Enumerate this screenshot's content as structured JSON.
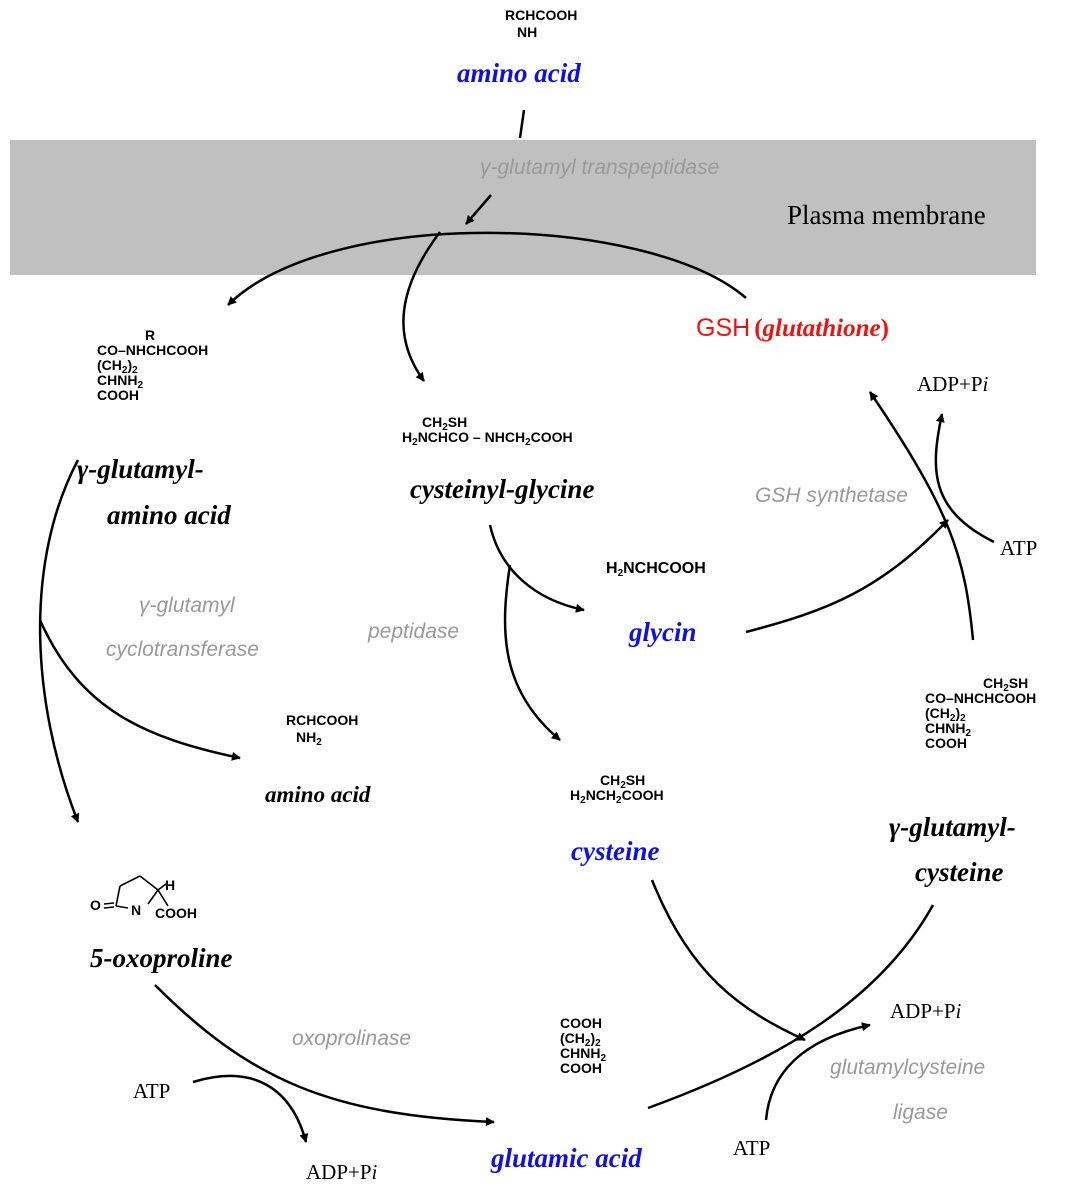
{
  "membrane_label": "Plasma membrane",
  "gsh": {
    "abbr": "GSH",
    "name": "glutathione",
    "open": "(",
    "close": ")"
  },
  "nodes": {
    "amino_acid_top": "amino acid",
    "gamma_glutamyl_amino_acid_1": "γ-glutamyl-",
    "gamma_glutamyl_amino_acid_2": "amino acid",
    "cysteinyl_glycine": "cysteinyl-glycine",
    "glycin": "glycin",
    "amino_acid_mid": "amino acid",
    "cysteine": "cysteine",
    "gamma_glutamyl_cysteine_1": "γ-glutamyl-",
    "gamma_glutamyl_cysteine_2": "cysteine",
    "oxoproline": "5-oxoproline",
    "glutamic_acid": "glutamic acid"
  },
  "enzymes": {
    "gamma_glutamyl_transpeptidase": "γ-glutamyl transpeptidase",
    "cyclotransferase_1": "γ-glutamyl",
    "cyclotransferase_2": "cyclotransferase",
    "peptidase": "peptidase",
    "gsh_synthetase": "GSH synthetase",
    "oxoprolinase": "oxoprolinase",
    "glutamylcysteine_ligase_1": "glutamylcysteine",
    "glutamylcysteine_ligase_2": "ligase"
  },
  "cofactors": {
    "adp_pi": "ADP+P",
    "pi_italic": "i",
    "atp": "ATP"
  },
  "formulas": {
    "amino_acid_top": [
      "RCHCOOH",
      "NH"
    ],
    "gamma_glu_aa": [
      "R",
      "CO",
      "NHCHCOOH",
      "(CH",
      "2",
      ")",
      "2",
      "CHNH",
      "2",
      "COOH"
    ],
    "cysgly": [
      "CH",
      "2",
      "SH",
      "H",
      "2",
      "NCHCO",
      "NHCH",
      "2",
      "COOH"
    ],
    "glycine": [
      "H",
      "2",
      "NCHCOOH"
    ],
    "aa_mid": [
      "RCHCOOH",
      "NH",
      "2"
    ],
    "cysteine": [
      "CH",
      "2",
      "SH",
      "H",
      "2",
      "NCH",
      "2",
      "COOH"
    ],
    "gglu_cys": [
      "CH",
      "2",
      "SH",
      "CO",
      "NHCHCOOH",
      "(CH",
      "2",
      ")",
      "2",
      "CHNH",
      "2",
      "COOH"
    ],
    "oxopro": [
      "H",
      "O",
      "N",
      "COOH"
    ],
    "glu": [
      "COOH",
      "(CH",
      "2",
      ")",
      "2",
      "CHNH",
      "2",
      "COOH"
    ]
  },
  "colors": {
    "membrane": "#c0c0c0",
    "blue_node": "#1010e0",
    "enzyme_text": "#999999",
    "gsh_text": "#ee1111",
    "arrow": "#000000"
  }
}
